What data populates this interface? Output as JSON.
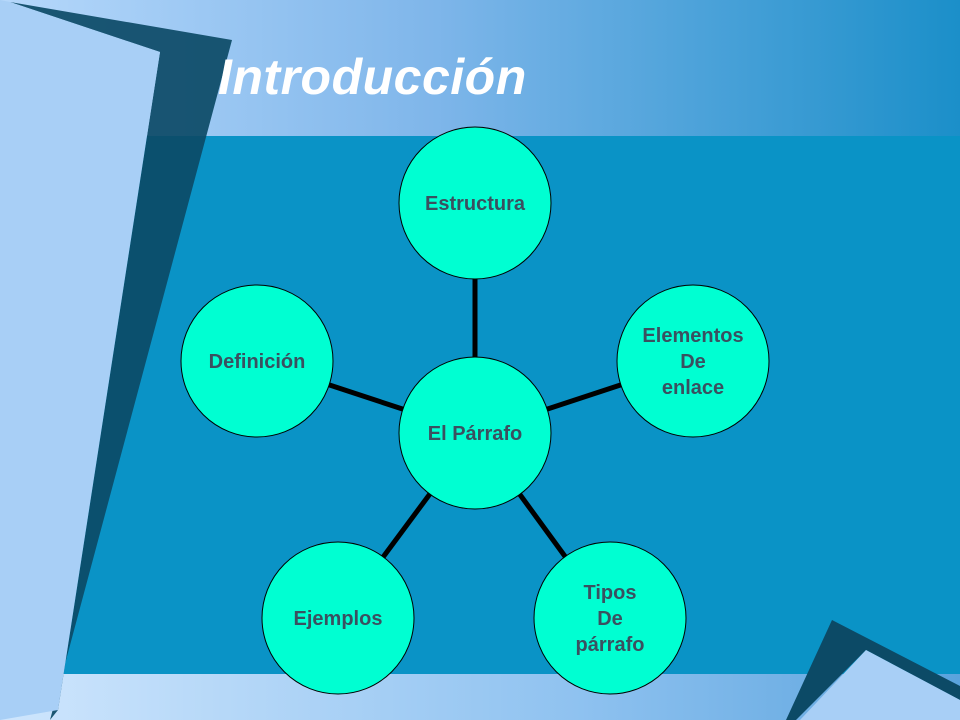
{
  "slide": {
    "title": "Introducción"
  },
  "colors": {
    "background_light": "#9ec8f2",
    "background_blue": "#0a93c6",
    "dark_accent": "#0c4a66",
    "circle_fill": "#00ffd2",
    "circle_stroke": "#000000",
    "connector": "#000000",
    "label_text": "#3a5060"
  },
  "diagram": {
    "center": {
      "label_lines": [
        "El Párrafo"
      ]
    },
    "nodes": [
      {
        "key": "estructura",
        "label_lines": [
          "Estructura"
        ]
      },
      {
        "key": "elementos",
        "label_lines": [
          "Elementos",
          "De",
          "enlace"
        ]
      },
      {
        "key": "tipos",
        "label_lines": [
          "Tipos",
          "De",
          "párrafo"
        ]
      },
      {
        "key": "ejemplos",
        "label_lines": [
          "Ejemplos"
        ]
      },
      {
        "key": "definicion",
        "label_lines": [
          "Definición"
        ]
      }
    ]
  }
}
